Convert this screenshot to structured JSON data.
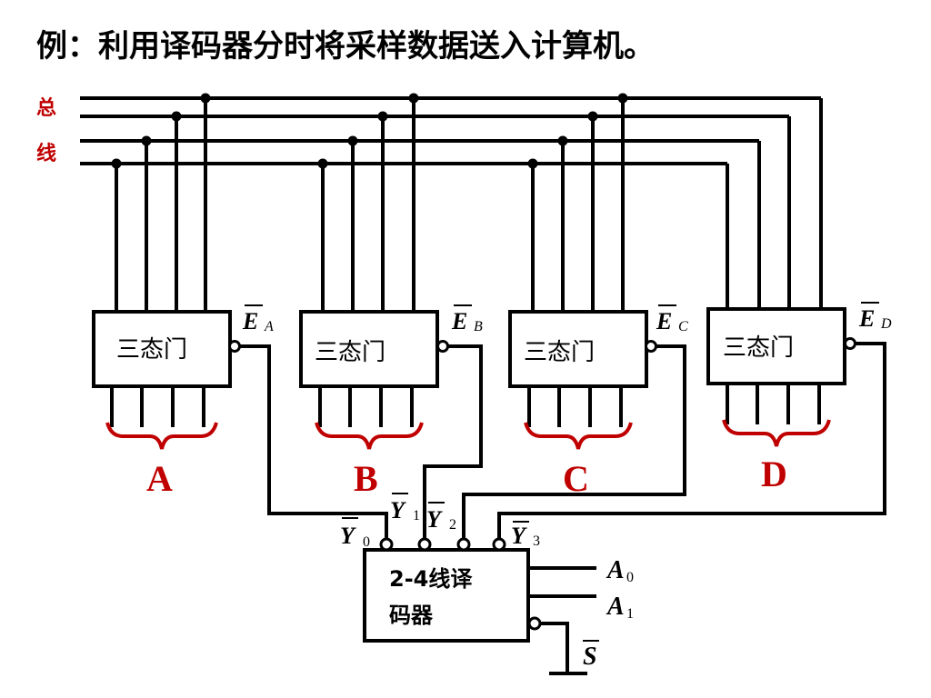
{
  "title": "例：利用译码器分时将采样数据送入计算机。",
  "bus_label": "总线",
  "gates": [
    {
      "label": "三态门",
      "group": "A",
      "enable_letter": "E",
      "enable_sub": "A"
    },
    {
      "label": "三态门",
      "group": "B",
      "enable_letter": "E",
      "enable_sub": "B"
    },
    {
      "label": "三态门",
      "group": "C",
      "enable_letter": "E",
      "enable_sub": "C"
    },
    {
      "label": "三态门",
      "group": "D",
      "enable_letter": "E",
      "enable_sub": "D"
    }
  ],
  "decoder": {
    "label_line1": "2-4线译",
    "label_line2": "码器",
    "outputs": [
      {
        "letter": "Y",
        "sub": "0"
      },
      {
        "letter": "Y",
        "sub": "1"
      },
      {
        "letter": "Y",
        "sub": "2"
      },
      {
        "letter": "Y",
        "sub": "3"
      }
    ],
    "inputs": [
      {
        "letter": "A",
        "sub": "0"
      },
      {
        "letter": "A",
        "sub": "1"
      }
    ],
    "strobe": "S"
  },
  "colors": {
    "wire": "#000000",
    "accent": "#c00000"
  }
}
